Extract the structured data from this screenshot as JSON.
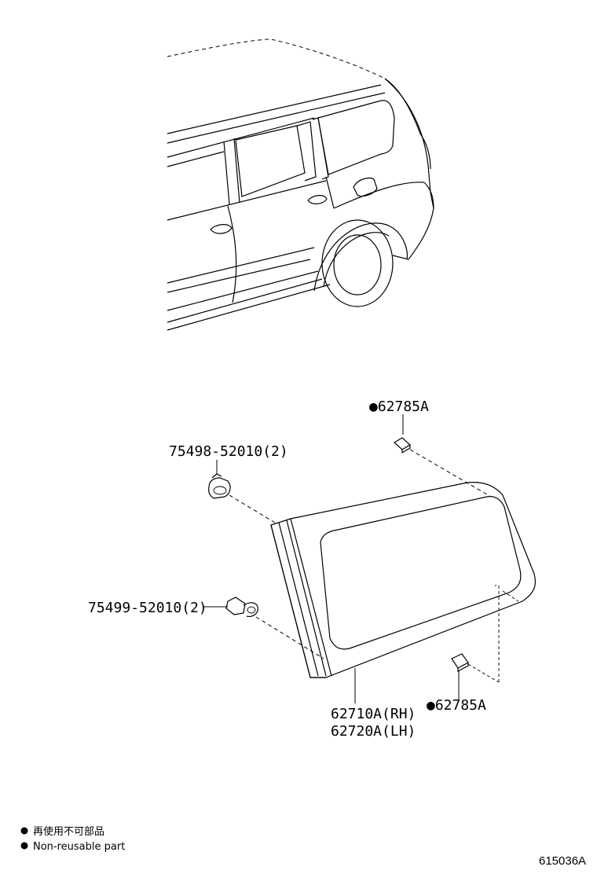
{
  "callouts": {
    "clip_top": "●62785A",
    "bracket_upper": "75498-52010(2)",
    "bracket_lower": "75499-52010(2)",
    "glass_rh": "62710A(RH)",
    "glass_lh": "62720A(LH)",
    "clip_bottom": "●62785A"
  },
  "legend": {
    "line1": "再使用不可部品",
    "line2": "Non-reusable part"
  },
  "diagram_code": "615036A"
}
